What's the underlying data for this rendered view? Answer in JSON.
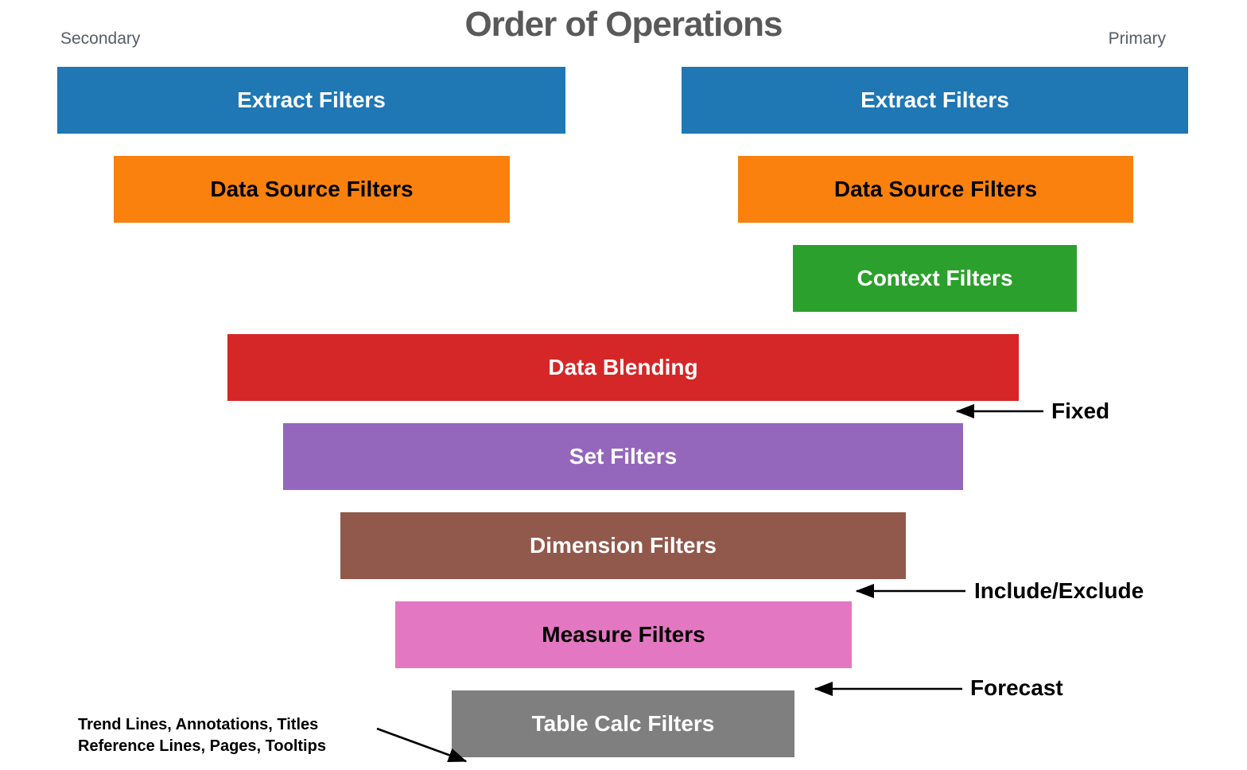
{
  "title": "Order of Operations",
  "corner_labels": {
    "secondary": "Secondary",
    "primary": "Primary"
  },
  "bars": [
    {
      "name": "extract-filters-secondary",
      "label": "Extract Filters",
      "color": "#1F77B4",
      "text_color": "#FFFFFF"
    },
    {
      "name": "extract-filters-primary",
      "label": "Extract Filters",
      "color": "#1F77B4",
      "text_color": "#FFFFFF"
    },
    {
      "name": "data-source-filters-secondary",
      "label": "Data Source Filters",
      "color": "#FA810E",
      "text_color": "#000000"
    },
    {
      "name": "data-source-filters-primary",
      "label": "Data Source Filters",
      "color": "#FA810E",
      "text_color": "#000000"
    },
    {
      "name": "context-filters",
      "label": "Context Filters",
      "color": "#2CA02C",
      "text_color": "#FFFFFF"
    },
    {
      "name": "data-blending",
      "label": "Data Blending",
      "color": "#D62728",
      "text_color": "#FFFFFF"
    },
    {
      "name": "set-filters",
      "label": "Set Filters",
      "color": "#9467BD",
      "text_color": "#FFFFFF"
    },
    {
      "name": "dimension-filters",
      "label": "Dimension Filters",
      "color": "#91584C",
      "text_color": "#FFFFFF"
    },
    {
      "name": "measure-filters",
      "label": "Measure Filters",
      "color": "#E377C2",
      "text_color": "#000000"
    },
    {
      "name": "table-calc-filters",
      "label": "Table Calc Filters",
      "color": "#7F7F7F",
      "text_color": "#FFFFFF"
    }
  ],
  "annotations": {
    "fixed": "Fixed",
    "include_exclude": "Include/Exclude",
    "forecast": "Forecast",
    "note_line1": "Trend Lines, Annotations, Titles",
    "note_line2": "Reference Lines, Pages, Tooltips"
  },
  "arrow_color": "#000000"
}
